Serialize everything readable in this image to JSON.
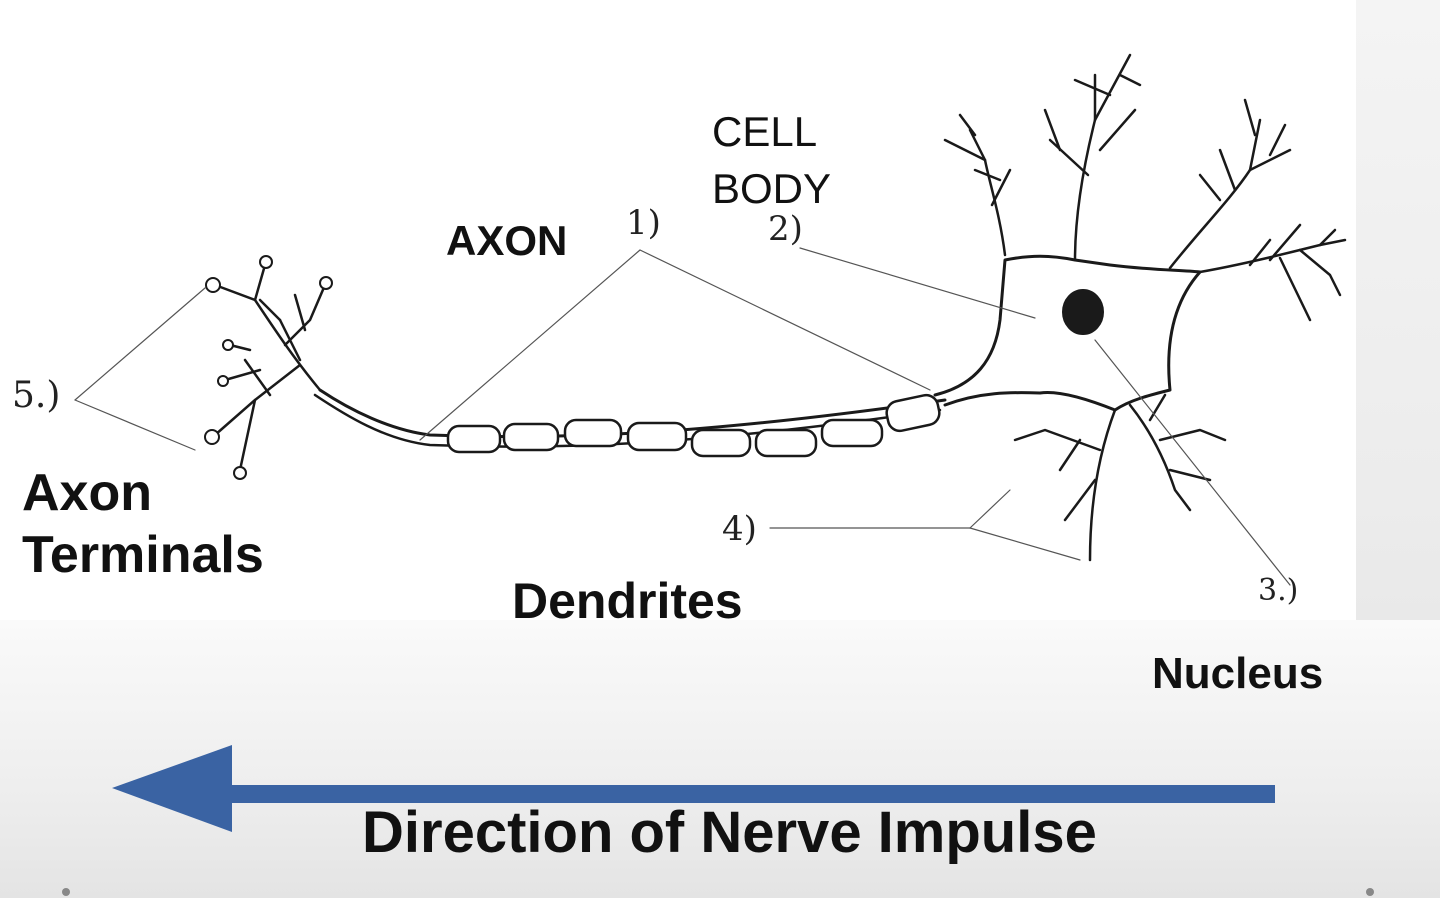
{
  "labels": {
    "cell_body_line1": "CELL",
    "cell_body_line2": "BODY",
    "axon": "AXON",
    "axon_terminals_line1": "Axon",
    "axon_terminals_line2": "Terminals",
    "dendrites": "Dendrites",
    "nucleus": "Nucleus"
  },
  "markers": {
    "m1": "1)",
    "m2": "2)",
    "m3": "3.)",
    "m4": "4)",
    "m5": "5.)"
  },
  "direction": {
    "caption": "Direction of Nerve Impulse",
    "arrow_color": "#3a63a3",
    "arrow_direction": "left"
  }
}
